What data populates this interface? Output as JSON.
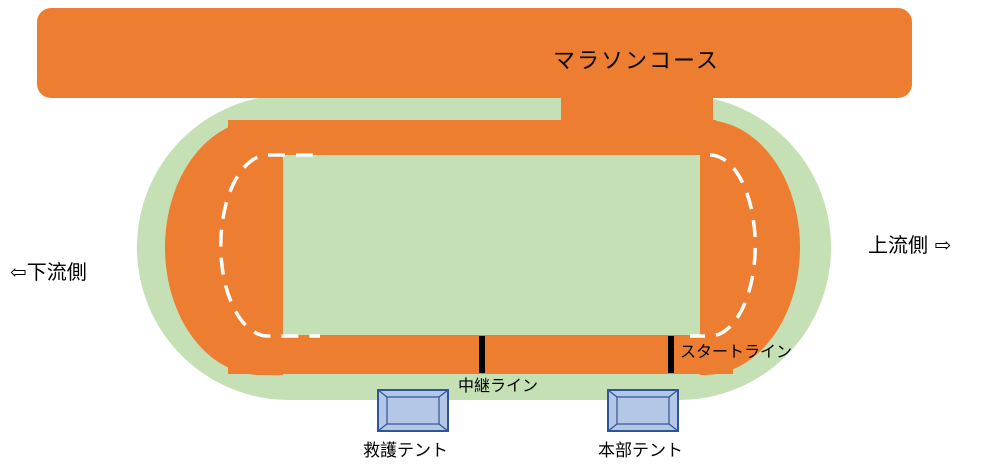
{
  "labels": {
    "marathon_course": "マラソンコース",
    "downstream": "⇦下流側",
    "upstream": "上流側 ⇨",
    "start_line": "スタートライン",
    "relay_line": "中継ライン",
    "rescue_tent": "救護テント",
    "hq_tent": "本部テント"
  },
  "colors": {
    "track": "#ED7D31",
    "field": "#C5E0B4",
    "tent_fill": "#B4C7E7",
    "tent_border": "#2F5597",
    "lane_marker": "#FFFFFF",
    "line": "#000000"
  }
}
